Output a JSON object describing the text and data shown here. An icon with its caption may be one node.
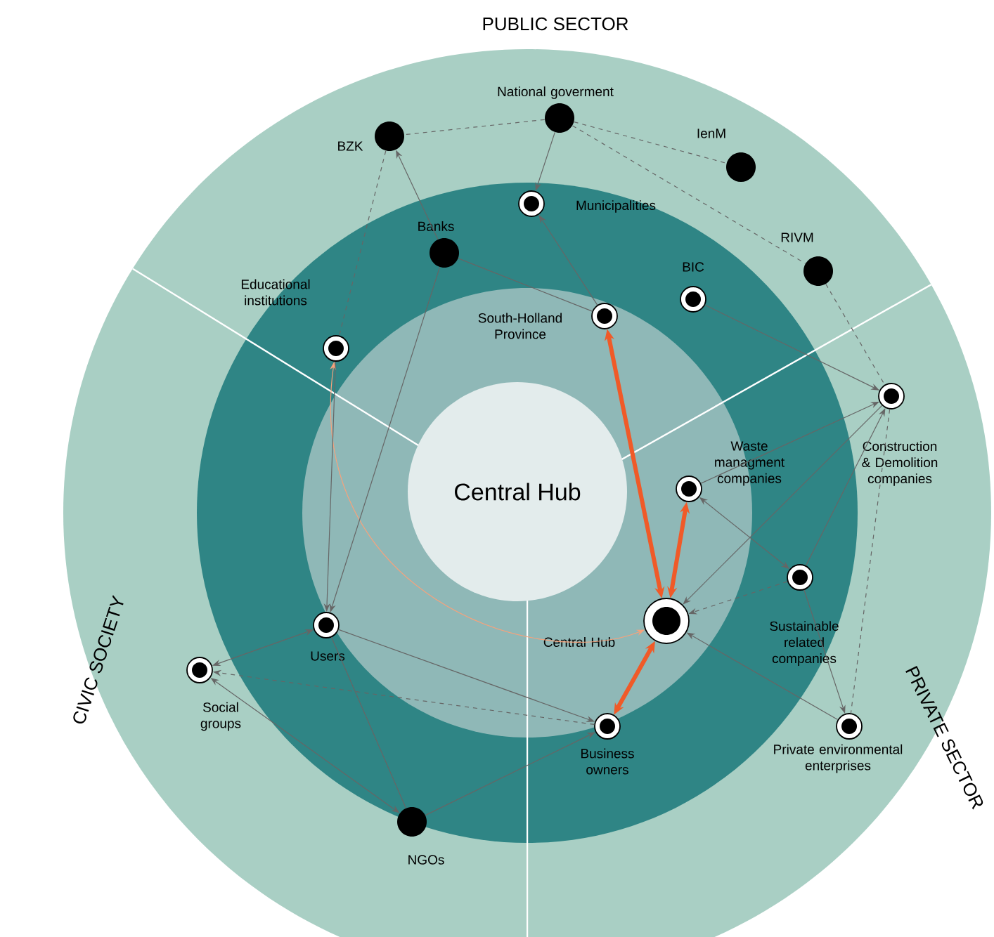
{
  "diagram": {
    "nodes": [
      {
        "text": [
          "National goverment"
        ]
      },
      {
        "text": [
          "BZK"
        ]
      },
      {
        "text": [
          "IenM"
        ]
      },
      {
        "text": [
          "RIVM"
        ]
      },
      {
        "text": [
          "Municipalities"
        ]
      },
      {
        "text": [
          "Banks"
        ]
      },
      {
        "text": [
          "BIC"
        ]
      },
      {
        "text": [
          "Educational institutions"
        ]
      },
      {
        "text": [
          "South-Holland Province"
        ]
      },
      {
        "text": [
          "Construction & Demolition companies"
        ]
      },
      {
        "text": [
          "Waste managment companies"
        ]
      },
      {
        "text": [
          "Central Hub"
        ]
      },
      {
        "text": [
          "Sustainable related companies"
        ]
      },
      {
        "text": [
          "Users"
        ]
      },
      {
        "text": [
          "Social groups"
        ]
      },
      {
        "text": [
          "Private environmental enterprises"
        ]
      },
      {
        "text": [
          "Business owners"
        ]
      },
      {
        "text": [
          "NGOs"
        ]
      },
      {
        "text": [
          "Central Hub"
        ]
      }
    ],
    "edges": [
      {
        "from": 11,
        "to": 8,
        "arrow": "both",
        "style": "thick",
        "color": "#f05a28"
      },
      {
        "from": 11,
        "to": 10,
        "arrow": "both",
        "style": "thick",
        "color": "#f05a28"
      },
      {
        "from": 11,
        "to": 16,
        "arrow": "both",
        "style": "thick",
        "color": "#f05a28"
      },
      {
        "from": 11,
        "to": 7,
        "arrow": "both",
        "color": "#f7a27c"
      },
      {
        "from": 0,
        "to": 4,
        "arrow": "to"
      },
      {
        "from": 0,
        "to": 1,
        "arrow": "none",
        "style": "dashed"
      },
      {
        "from": 0,
        "to": 2,
        "arrow": "none",
        "style": "dashed"
      },
      {
        "from": 0,
        "to": 3,
        "arrow": "none",
        "style": "dashed"
      },
      {
        "from": 5,
        "to": 1,
        "arrow": "to"
      },
      {
        "from": 5,
        "to": 8,
        "arrow": "none"
      },
      {
        "from": 8,
        "to": 4,
        "arrow": "to"
      },
      {
        "from": 1,
        "to": 7,
        "arrow": "none",
        "style": "dashed"
      },
      {
        "from": 7,
        "to": 13,
        "arrow": "to"
      },
      {
        "from": 5,
        "to": 13,
        "arrow": "to"
      },
      {
        "from": 6,
        "to": 9,
        "arrow": "to"
      },
      {
        "from": 3,
        "to": 9,
        "arrow": "none",
        "style": "dashed"
      },
      {
        "from": 9,
        "to": 11,
        "arrow": "to"
      },
      {
        "from": 10,
        "to": 9,
        "arrow": "to"
      },
      {
        "from": 12,
        "to": 9,
        "arrow": "to"
      },
      {
        "from": 10,
        "to": 12,
        "arrow": "both"
      },
      {
        "from": 12,
        "to": 11,
        "arrow": "to",
        "style": "dashed"
      },
      {
        "from": 12,
        "to": 15,
        "arrow": "to"
      },
      {
        "from": 15,
        "to": 11,
        "arrow": "to"
      },
      {
        "from": 9,
        "to": 15,
        "arrow": "none",
        "style": "dashed"
      },
      {
        "from": 13,
        "to": 14,
        "arrow": "both"
      },
      {
        "from": 14,
        "to": 17,
        "arrow": "both"
      },
      {
        "from": 16,
        "to": 14,
        "arrow": "to",
        "style": "dashed"
      },
      {
        "from": 13,
        "to": 16,
        "arrow": "to"
      },
      {
        "from": 13,
        "to": 17,
        "arrow": "none"
      },
      {
        "from": 17,
        "to": 16,
        "arrow": "to"
      }
    ],
    "labels": [
      "PUBLIC SECTOR",
      "CIVIC SOCIETY",
      "PRIVATE SECTOR"
    ]
  }
}
